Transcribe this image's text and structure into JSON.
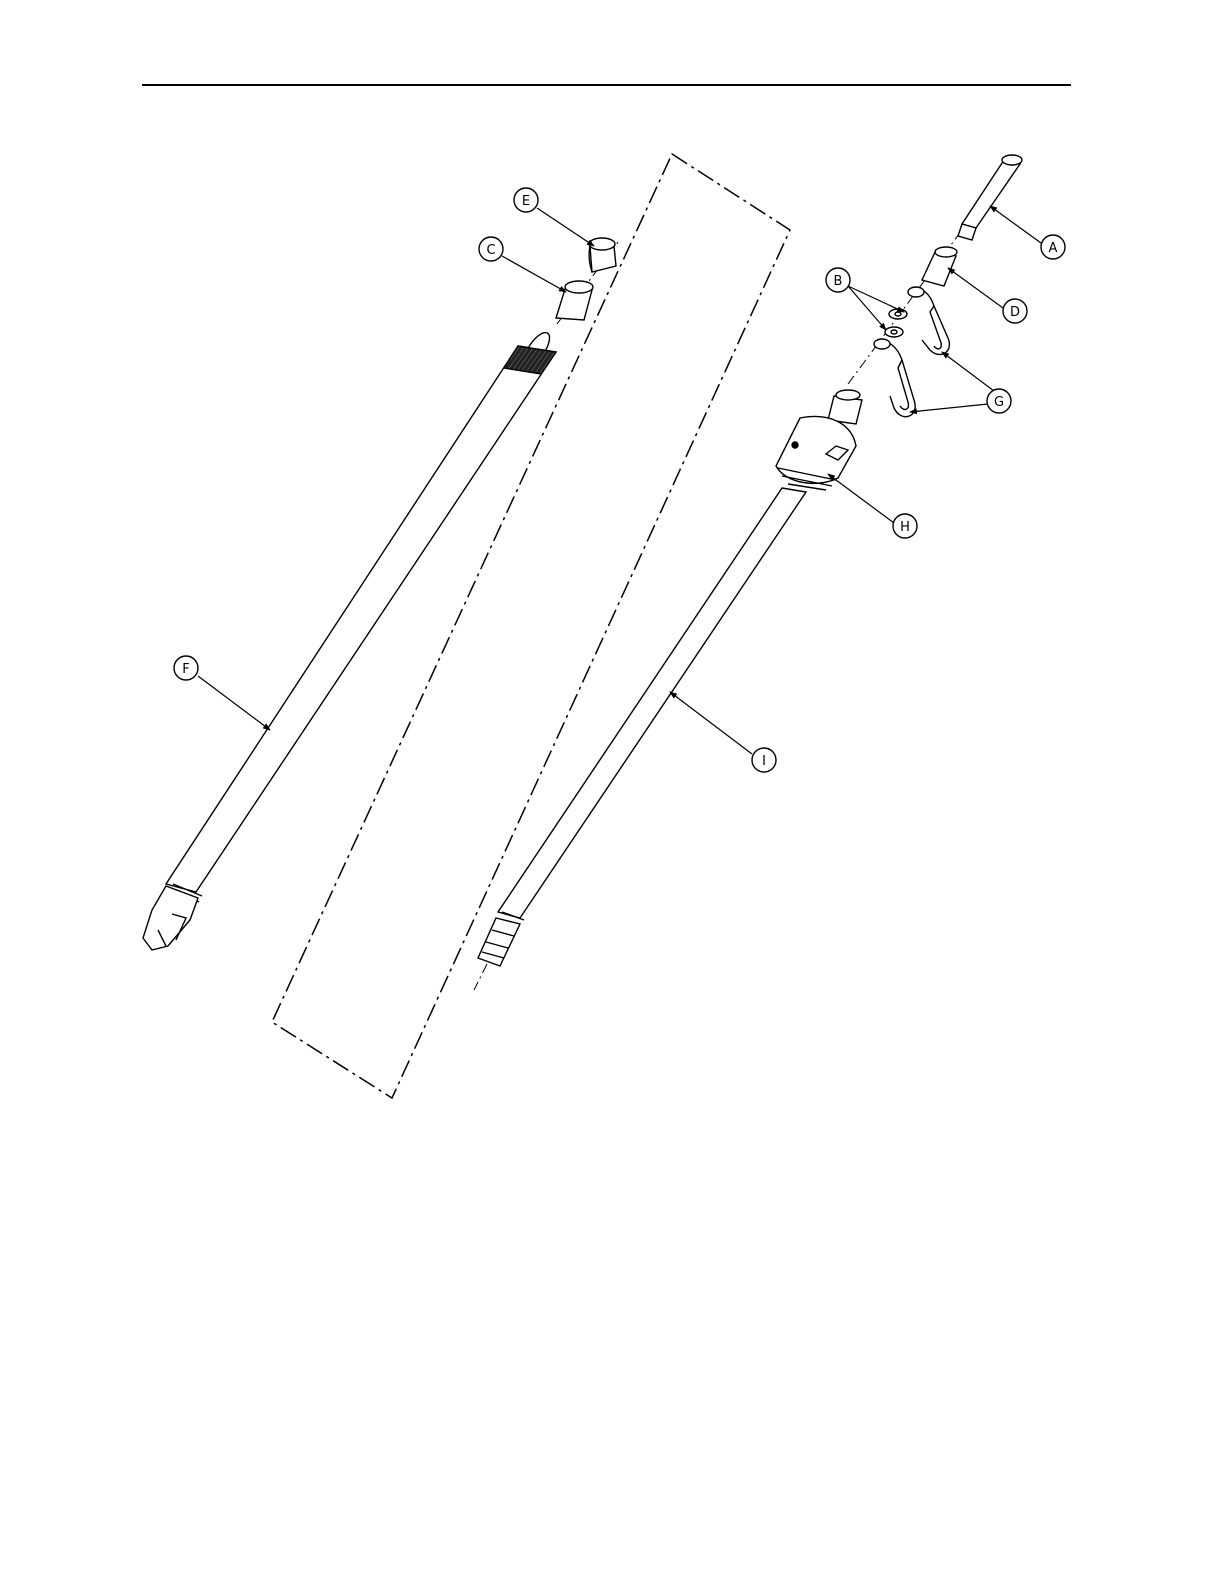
{
  "figure": {
    "type": "exploded parts diagram",
    "line_color": "#000000",
    "background": "#ffffff",
    "callouts": [
      "A",
      "B",
      "C",
      "D",
      "E",
      "F",
      "G",
      "H",
      "I"
    ]
  },
  "labels": {
    "A": "A",
    "B": "B",
    "C": "C",
    "D": "D",
    "E": "E",
    "F": "F",
    "G": "G",
    "H": "H",
    "I": "I"
  }
}
